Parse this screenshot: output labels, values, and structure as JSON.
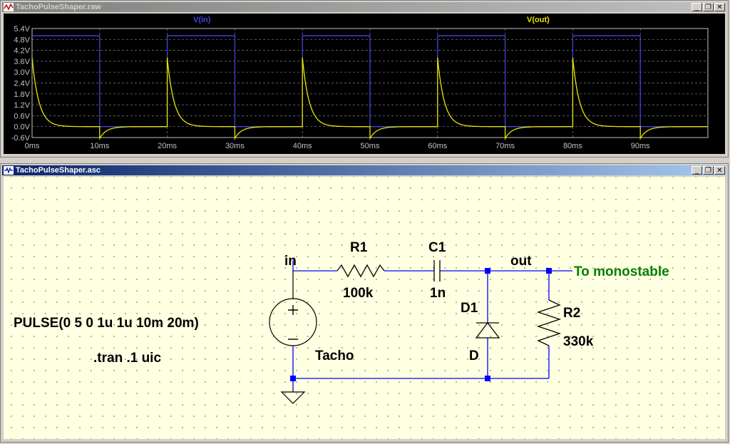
{
  "waveform_window": {
    "title": "TachoPulseShaper.raw",
    "traces": [
      {
        "name": "V(in)",
        "color": "#4444dd"
      },
      {
        "name": "V(out)",
        "color": "#e6e600"
      }
    ],
    "y_ticks": [
      "5.4V",
      "4.8V",
      "4.2V",
      "3.6V",
      "3.0V",
      "2.4V",
      "1.8V",
      "1.2V",
      "0.6V",
      "0.0V",
      "-0.6V"
    ],
    "x_ticks": [
      "0ms",
      "10ms",
      "20ms",
      "30ms",
      "40ms",
      "50ms",
      "60ms",
      "70ms",
      "80ms",
      "90ms"
    ]
  },
  "chart_data": {
    "type": "line",
    "title": "",
    "xlabel": "",
    "ylabel": "",
    "xlim": [
      0,
      100
    ],
    "ylim": [
      -0.6,
      5.4
    ],
    "x_unit": "ms",
    "grid": true,
    "series": [
      {
        "name": "V(in)",
        "color": "#4444dd",
        "points": [
          [
            0,
            5
          ],
          [
            10,
            5
          ],
          [
            10,
            0
          ],
          [
            20,
            0
          ],
          [
            20,
            5
          ],
          [
            30,
            5
          ],
          [
            30,
            0
          ],
          [
            40,
            0
          ],
          [
            40,
            5
          ],
          [
            50,
            5
          ],
          [
            50,
            0
          ],
          [
            60,
            0
          ],
          [
            60,
            5
          ],
          [
            70,
            5
          ],
          [
            70,
            0
          ],
          [
            80,
            0
          ],
          [
            80,
            5
          ],
          [
            90,
            5
          ],
          [
            90,
            0
          ],
          [
            100,
            0
          ]
        ]
      },
      {
        "name": "V(out)",
        "color": "#e6e600",
        "peaks": [
          3.8,
          3.8,
          3.8,
          3.8,
          3.8
        ],
        "pulse_starts": [
          0,
          20,
          40,
          60,
          80
        ],
        "undershoot": -0.65,
        "points": [
          [
            0,
            3.8
          ],
          [
            1,
            1.0
          ],
          [
            2,
            0.28
          ],
          [
            3,
            0.08
          ],
          [
            5,
            0.0
          ],
          [
            10,
            0.0
          ],
          [
            10,
            -0.65
          ],
          [
            11,
            -0.2
          ],
          [
            12,
            -0.05
          ],
          [
            14,
            0.0
          ],
          [
            20,
            0.0
          ]
        ]
      }
    ]
  },
  "schematic_window": {
    "title": "TachoPulseShaper.asc",
    "labels": {
      "in": "in",
      "out": "out",
      "r1_name": "R1",
      "r1_value": "100k",
      "c1_name": "C1",
      "c1_value": "1n",
      "d1_name": "D1",
      "d1_value": "D",
      "r2_name": "R2",
      "r2_value": "330k",
      "source_name": "Tacho",
      "net_label": "To monostable",
      "source_spec": "PULSE(0 5 0 1u 1u 10m 20m)",
      "directive": ".tran .1 uic"
    },
    "colors": {
      "wire": "#0000ff",
      "component": "#000000",
      "net_label": "#008000",
      "node": "#0000ff"
    }
  },
  "window_buttons": {
    "minimize": "_",
    "restore": "❐",
    "close": "✕"
  }
}
